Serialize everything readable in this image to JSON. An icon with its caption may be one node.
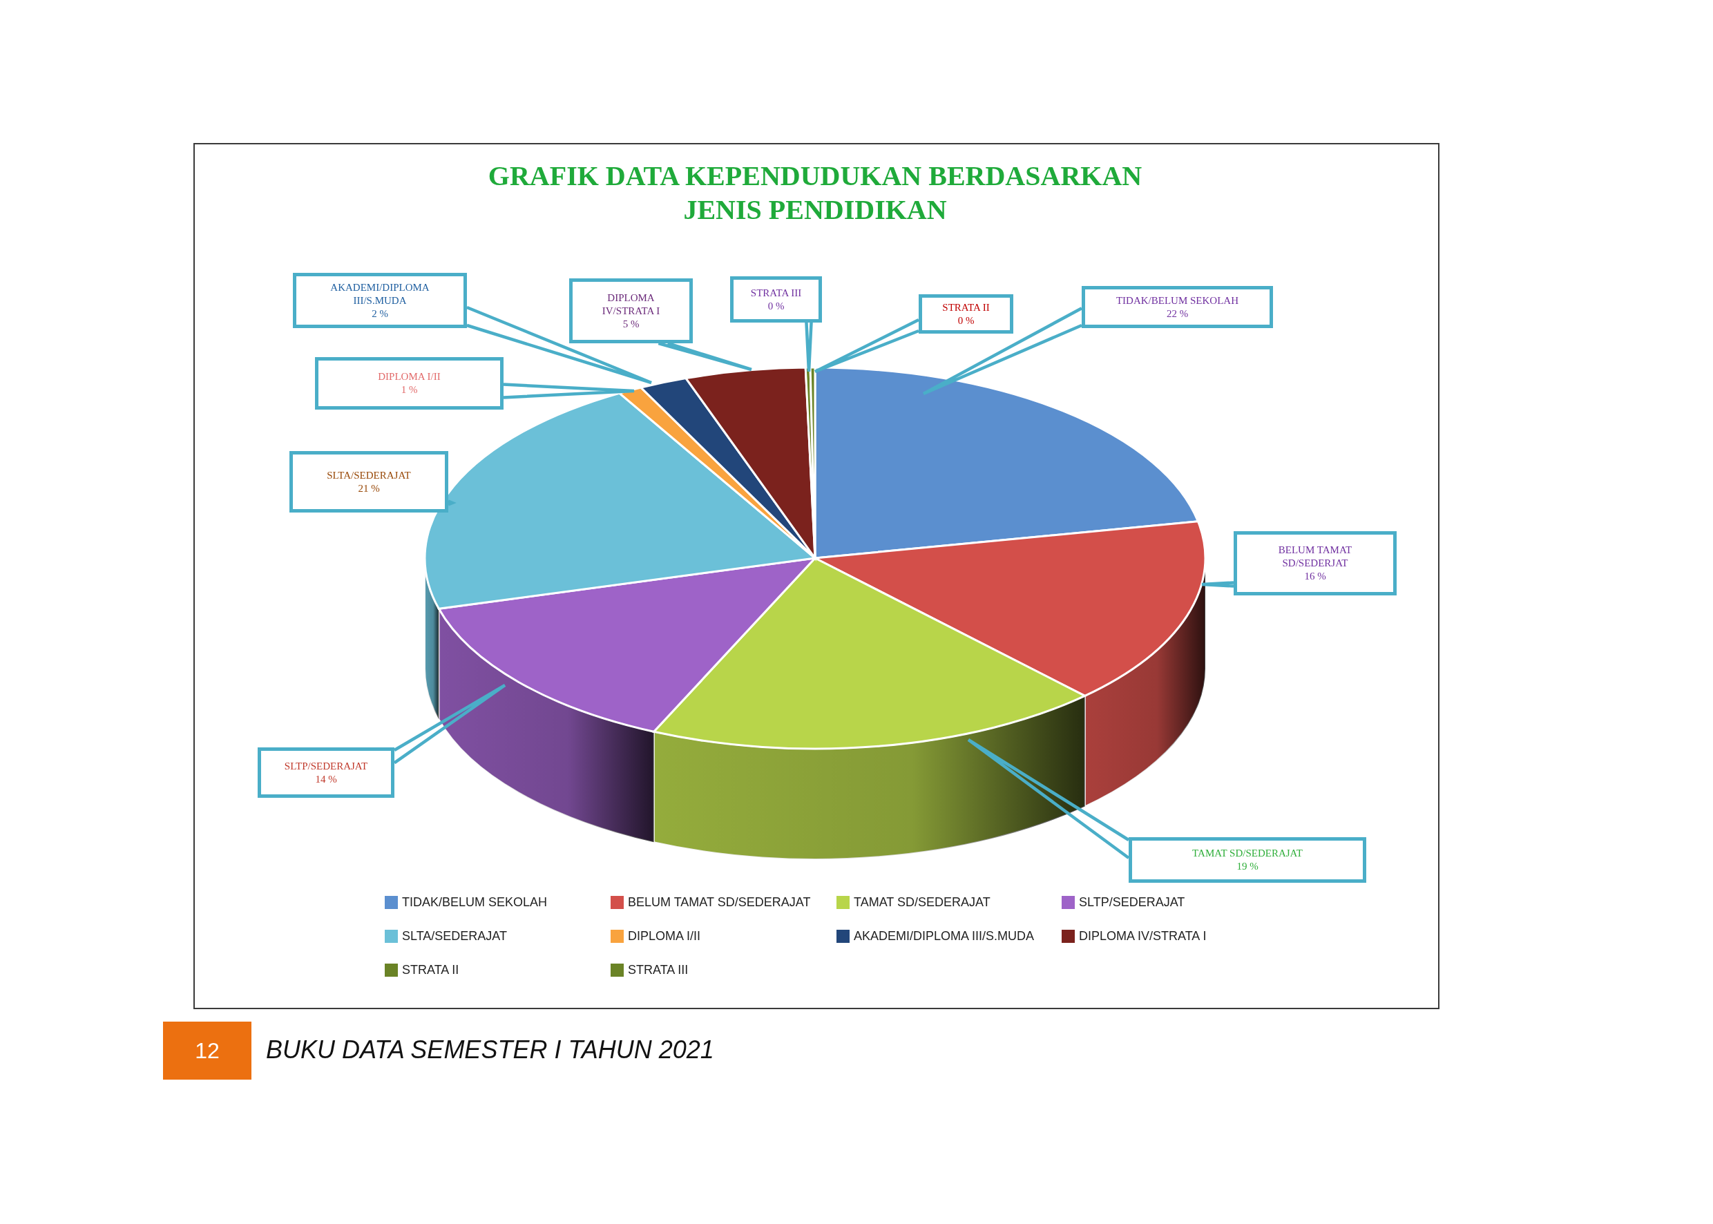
{
  "diagram": {
    "title": "GRAFIK DATA KEPENDUDUKAN BERDASARKAN JENIS PENDIDIKAN",
    "nodes": [
      {
        "text": [
          "TIDAK/BELUM SEKOLAH",
          "22 %"
        ]
      },
      {
        "text": [
          "BELUM TAMAT SD/SEDERJAT",
          "16 %"
        ]
      },
      {
        "text": [
          "TAMAT SD/SEDERAJAT",
          "19 %"
        ]
      },
      {
        "text": [
          "SLTP/SEDERAJAT",
          "14 %"
        ]
      },
      {
        "text": [
          "SLTA/SEDERAJAT",
          "21 %"
        ]
      },
      {
        "text": [
          "DIPLOMA I/II",
          "1 %"
        ]
      },
      {
        "text": [
          "AKADEMI/DIPLOMA III/S.MUDA",
          "2 %"
        ]
      },
      {
        "text": [
          "DIPLOMA IV/STRATA I",
          "5 %"
        ]
      },
      {
        "text": [
          "STRATA III",
          "0 %"
        ]
      },
      {
        "text": [
          "STRATA II",
          "0 %"
        ]
      }
    ],
    "edges": [
      {
        "from": 0,
        "to": null,
        "arrow": "none"
      },
      {
        "from": 1,
        "to": null,
        "arrow": "none"
      },
      {
        "from": 2,
        "to": null,
        "arrow": "none"
      },
      {
        "from": 3,
        "to": null,
        "arrow": "none"
      },
      {
        "from": 4,
        "to": null,
        "arrow": "none"
      },
      {
        "from": 5,
        "to": null,
        "arrow": "none"
      },
      {
        "from": 6,
        "to": null,
        "arrow": "none"
      },
      {
        "from": 7,
        "to": null,
        "arrow": "none"
      },
      {
        "from": 8,
        "to": null,
        "arrow": "none"
      },
      {
        "from": 9,
        "to": null,
        "arrow": "none"
      }
    ],
    "labels": [
      "12",
      "BUKU DATA SEMESTER I TAHUN 2021"
    ],
    "legend": [
      {
        "text": "TIDAK/BELUM SEKOLAH",
        "color": "#5b8fcf"
      },
      {
        "text": "BELUM TAMAT SD/SEDERAJAT",
        "color": "#d34f4a"
      },
      {
        "text": "TAMAT SD/SEDERAJAT",
        "color": "#b8d54a"
      },
      {
        "text": "SLTP/SEDERAJAT",
        "color": "#9e63c8"
      },
      {
        "text": "SLTA/SEDERAJAT",
        "color": "#6bc0d8"
      },
      {
        "text": "DIPLOMA I/II",
        "color": "#f9a33e"
      },
      {
        "text": "AKADEMI/DIPLOMA III/S.MUDA",
        "color": "#22467a"
      },
      {
        "text": "DIPLOMA IV/STRATA I",
        "color": "#7b221d"
      },
      {
        "text": "STRATA II",
        "color": "#6a8326"
      },
      {
        "text": "STRATA III",
        "color": "#6a8326"
      }
    ]
  }
}
